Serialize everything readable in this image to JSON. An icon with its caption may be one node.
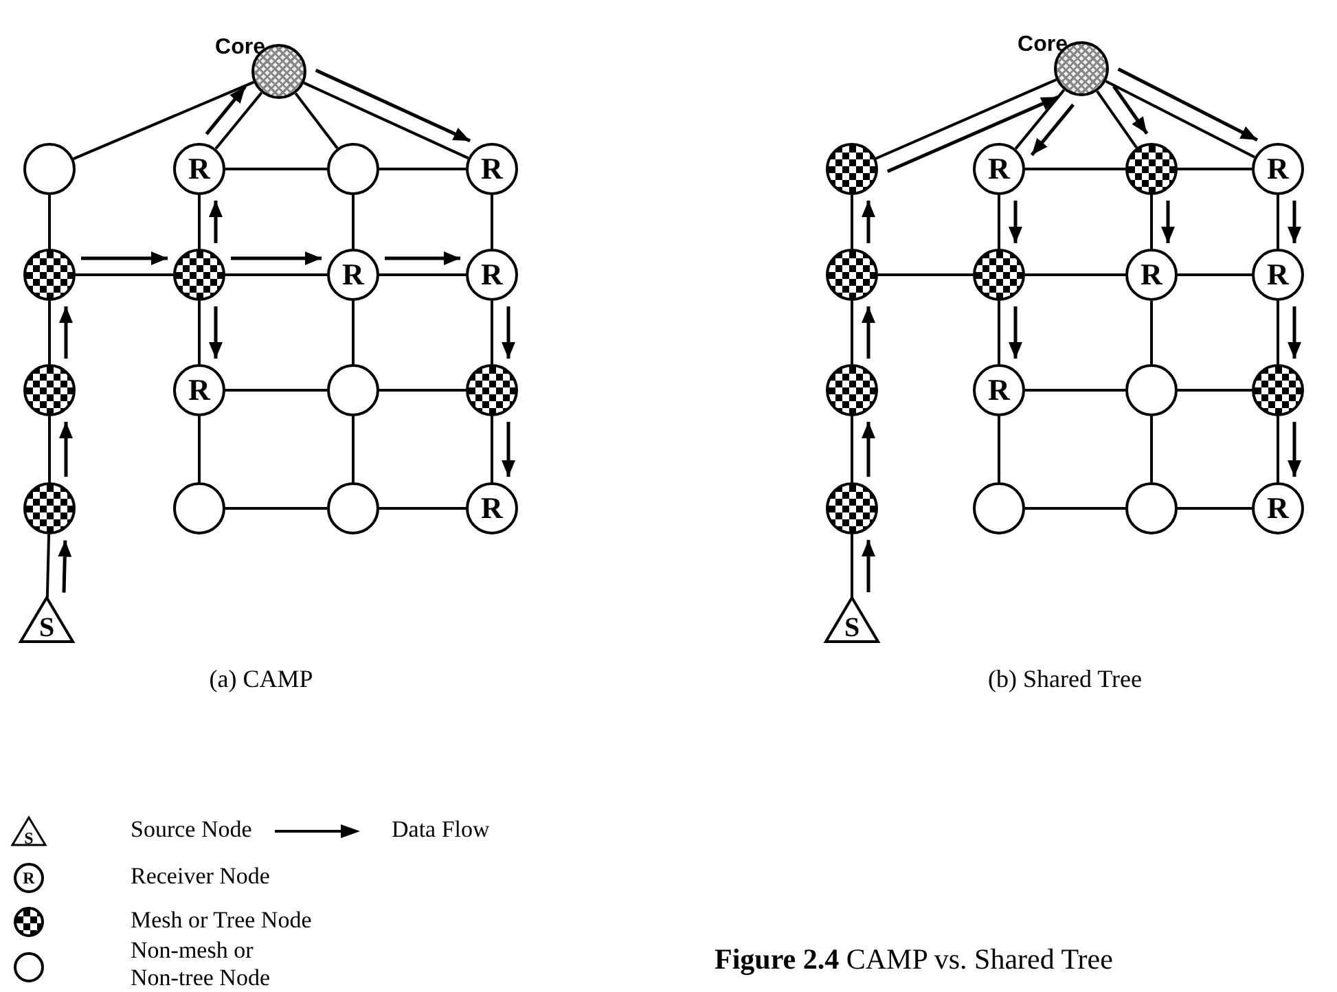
{
  "diagram": {
    "caption": "**Figure 2.4** CAMP vs. Shared Tree",
    "nodes": [
      {
        "text": [
          "Core"
        ]
      },
      {
        "text": [],
        "shape": "circle"
      },
      {
        "text": [
          "R"
        ]
      },
      {
        "text": [],
        "shape": "circle"
      },
      {
        "text": [
          "R"
        ]
      },
      {
        "text": [],
        "shape": "circle"
      },
      {
        "text": [],
        "shape": "circle"
      },
      {
        "text": [
          "R"
        ]
      },
      {
        "text": [
          "R"
        ]
      },
      {
        "text": [],
        "shape": "circle"
      },
      {
        "text": [
          "R"
        ]
      },
      {
        "text": [],
        "shape": "circle"
      },
      {
        "text": [],
        "shape": "circle"
      },
      {
        "text": [],
        "shape": "circle"
      },
      {
        "text": [],
        "shape": "circle"
      },
      {
        "text": [],
        "shape": "circle"
      },
      {
        "text": [
          "R"
        ]
      },
      {
        "text": [
          "S"
        ]
      },
      {
        "text": [
          "Core"
        ]
      },
      {
        "text": [],
        "shape": "circle"
      },
      {
        "text": [
          "R"
        ]
      },
      {
        "text": [],
        "shape": "circle"
      },
      {
        "text": [
          "R"
        ]
      },
      {
        "text": [],
        "shape": "circle"
      },
      {
        "text": [],
        "shape": "circle"
      },
      {
        "text": [
          "R"
        ]
      },
      {
        "text": [
          "R"
        ]
      },
      {
        "text": [],
        "shape": "circle"
      },
      {
        "text": [
          "R"
        ]
      },
      {
        "text": [],
        "shape": "circle"
      },
      {
        "text": [],
        "shape": "circle"
      },
      {
        "text": [],
        "shape": "circle"
      },
      {
        "text": [],
        "shape": "circle"
      },
      {
        "text": [],
        "shape": "circle"
      },
      {
        "text": [
          "R"
        ]
      },
      {
        "text": [
          "S"
        ]
      }
    ],
    "edges": [
      {
        "from": 0,
        "to": 1,
        "arrow": "none"
      },
      {
        "from": 0,
        "to": 2,
        "arrow": "none"
      },
      {
        "from": 0,
        "to": 3,
        "arrow": "none"
      },
      {
        "from": 0,
        "to": 4,
        "arrow": "none"
      },
      {
        "from": 2,
        "to": 3,
        "arrow": "none"
      },
      {
        "from": 3,
        "to": 4,
        "arrow": "none"
      },
      {
        "from": 5,
        "to": 6,
        "arrow": "none"
      },
      {
        "from": 6,
        "to": 7,
        "arrow": "none"
      },
      {
        "from": 7,
        "to": 8,
        "arrow": "none"
      },
      {
        "from": 10,
        "to": 11,
        "arrow": "none"
      },
      {
        "from": 11,
        "to": 12,
        "arrow": "none"
      },
      {
        "from": 14,
        "to": 15,
        "arrow": "none"
      },
      {
        "from": 15,
        "to": 16,
        "arrow": "none"
      },
      {
        "from": 1,
        "to": 5,
        "arrow": "none"
      },
      {
        "from": 5,
        "to": 9,
        "arrow": "none"
      },
      {
        "from": 9,
        "to": 13,
        "arrow": "none"
      },
      {
        "from": 13,
        "to": 17,
        "arrow": "none"
      },
      {
        "from": 2,
        "to": 6,
        "arrow": "none"
      },
      {
        "from": 6,
        "to": 10,
        "arrow": "none"
      },
      {
        "from": 10,
        "to": 14,
        "arrow": "none"
      },
      {
        "from": 3,
        "to": 7,
        "arrow": "none"
      },
      {
        "from": 7,
        "to": 11,
        "arrow": "none"
      },
      {
        "from": 11,
        "to": 15,
        "arrow": "none"
      },
      {
        "from": 4,
        "to": 8,
        "arrow": "none"
      },
      {
        "from": 8,
        "to": 12,
        "arrow": "none"
      },
      {
        "from": 12,
        "to": 16,
        "arrow": "none"
      },
      {
        "from": 17,
        "to": 13,
        "arrow": "to"
      },
      {
        "from": 13,
        "to": 9,
        "arrow": "to"
      },
      {
        "from": 9,
        "to": 5,
        "arrow": "to"
      },
      {
        "from": 5,
        "to": 6,
        "arrow": "to"
      },
      {
        "from": 6,
        "to": 2,
        "arrow": "to"
      },
      {
        "from": 2,
        "to": 0,
        "arrow": "to"
      },
      {
        "from": 6,
        "to": 10,
        "arrow": "to"
      },
      {
        "from": 6,
        "to": 7,
        "arrow": "to"
      },
      {
        "from": 7,
        "to": 8,
        "arrow": "to"
      },
      {
        "from": 0,
        "to": 4,
        "arrow": "to"
      },
      {
        "from": 8,
        "to": 12,
        "arrow": "to"
      },
      {
        "from": 12,
        "to": 16,
        "arrow": "to"
      },
      {
        "from": 18,
        "to": 19,
        "arrow": "none"
      },
      {
        "from": 18,
        "to": 20,
        "arrow": "none"
      },
      {
        "from": 18,
        "to": 21,
        "arrow": "none"
      },
      {
        "from": 18,
        "to": 22,
        "arrow": "none"
      },
      {
        "from": 20,
        "to": 21,
        "arrow": "none"
      },
      {
        "from": 21,
        "to": 22,
        "arrow": "none"
      },
      {
        "from": 23,
        "to": 24,
        "arrow": "none"
      },
      {
        "from": 24,
        "to": 25,
        "arrow": "none"
      },
      {
        "from": 25,
        "to": 26,
        "arrow": "none"
      },
      {
        "from": 28,
        "to": 29,
        "arrow": "none"
      },
      {
        "from": 29,
        "to": 30,
        "arrow": "none"
      },
      {
        "from": 32,
        "to": 33,
        "arrow": "none"
      },
      {
        "from": 33,
        "to": 34,
        "arrow": "none"
      },
      {
        "from": 19,
        "to": 23,
        "arrow": "none"
      },
      {
        "from": 23,
        "to": 27,
        "arrow": "none"
      },
      {
        "from": 27,
        "to": 31,
        "arrow": "none"
      },
      {
        "from": 31,
        "to": 35,
        "arrow": "none"
      },
      {
        "from": 20,
        "to": 24,
        "arrow": "none"
      },
      {
        "from": 24,
        "to": 28,
        "arrow": "none"
      },
      {
        "from": 28,
        "to": 32,
        "arrow": "none"
      },
      {
        "from": 21,
        "to": 25,
        "arrow": "none"
      },
      {
        "from": 25,
        "to": 29,
        "arrow": "none"
      },
      {
        "from": 29,
        "to": 33,
        "arrow": "none"
      },
      {
        "from": 22,
        "to": 26,
        "arrow": "none"
      },
      {
        "from": 26,
        "to": 30,
        "arrow": "none"
      },
      {
        "from": 30,
        "to": 34,
        "arrow": "none"
      },
      {
        "from": 35,
        "to": 31,
        "arrow": "to"
      },
      {
        "from": 31,
        "to": 27,
        "arrow": "to"
      },
      {
        "from": 27,
        "to": 23,
        "arrow": "to"
      },
      {
        "from": 23,
        "to": 19,
        "arrow": "to"
      },
      {
        "from": 19,
        "to": 18,
        "arrow": "to"
      },
      {
        "from": 18,
        "to": 20,
        "arrow": "to"
      },
      {
        "from": 18,
        "to": 21,
        "arrow": "to"
      },
      {
        "from": 18,
        "to": 22,
        "arrow": "to"
      },
      {
        "from": 20,
        "to": 24,
        "arrow": "to"
      },
      {
        "from": 24,
        "to": 28,
        "arrow": "to"
      },
      {
        "from": 21,
        "to": 25,
        "arrow": "to"
      },
      {
        "from": 22,
        "to": 26,
        "arrow": "to"
      },
      {
        "from": 26,
        "to": 30,
        "arrow": "to"
      },
      {
        "from": 30,
        "to": 34,
        "arrow": "to"
      }
    ],
    "labels": [
      "(a) CAMP",
      "(b) Shared Tree",
      "S",
      "R"
    ],
    "legend": [
      {
        "text": "Source Node"
      },
      {
        "text": "Data Flow"
      },
      {
        "text": "Receiver Node"
      },
      {
        "text": "Mesh or Tree Node"
      },
      {
        "text": "Non-mesh or Non-tree Node"
      }
    ]
  }
}
